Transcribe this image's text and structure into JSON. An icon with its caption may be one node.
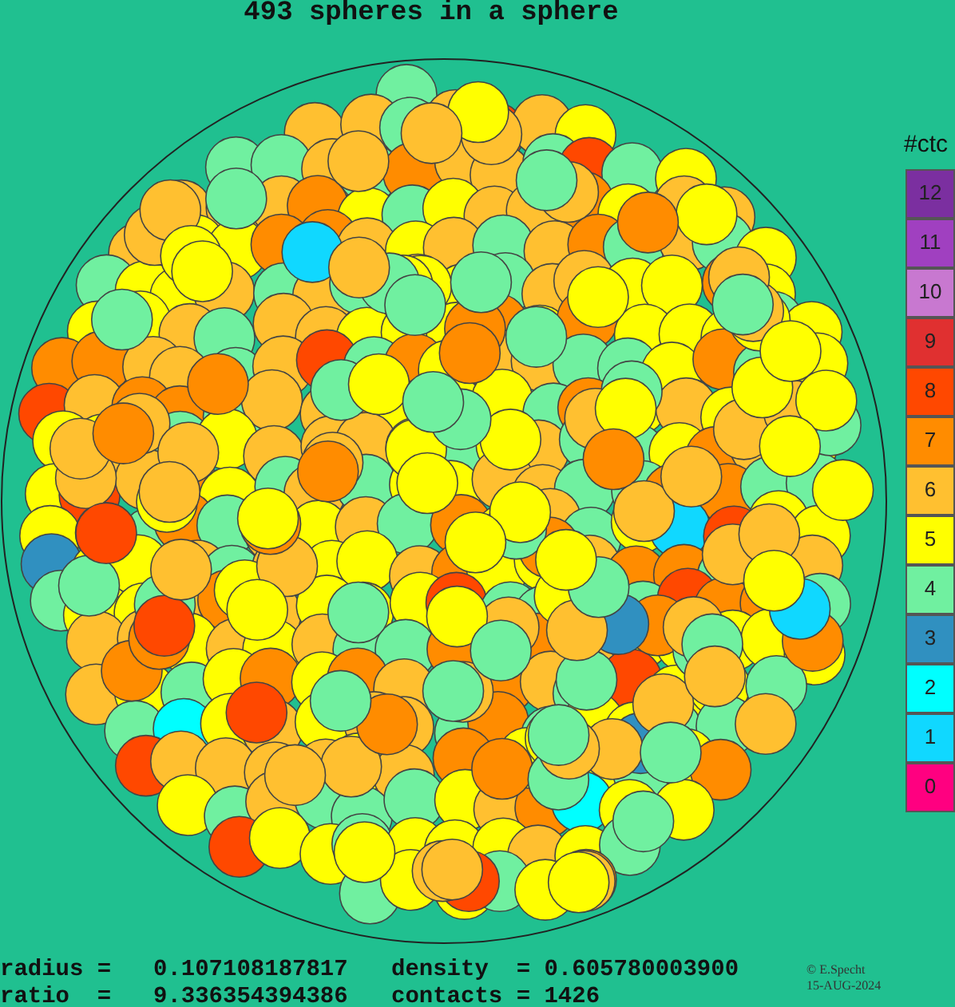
{
  "diagram": {
    "title": "493 spheres in a sphere",
    "labels": [
      "#ctc",
      "radius =",
      "0.107108187817",
      "density  = 0.605780003900",
      "ratio  =",
      "9.336354394386",
      "contacts = 1426",
      "© E.Specht",
      "15-AUG-2024"
    ],
    "legend": [
      {
        "text": "12",
        "color": "#7b2fa0"
      },
      {
        "text": "11",
        "color": "#a040c0"
      },
      {
        "text": "10",
        "color": "#c878d0"
      },
      {
        "text": "9",
        "color": "#e03030"
      },
      {
        "text": "8",
        "color": "#ff4800"
      },
      {
        "text": "7",
        "color": "#ff8c00"
      },
      {
        "text": "6",
        "color": "#ffc030"
      },
      {
        "text": "5",
        "color": "#ffff00"
      },
      {
        "text": "4",
        "color": "#70f0a0"
      },
      {
        "text": "3",
        "color": "#3090c0"
      },
      {
        "text": "2",
        "color": "#00ffff"
      },
      {
        "text": "1",
        "color": "#10d8ff"
      },
      {
        "text": "0",
        "color": "#ff0080"
      }
    ]
  }
}
